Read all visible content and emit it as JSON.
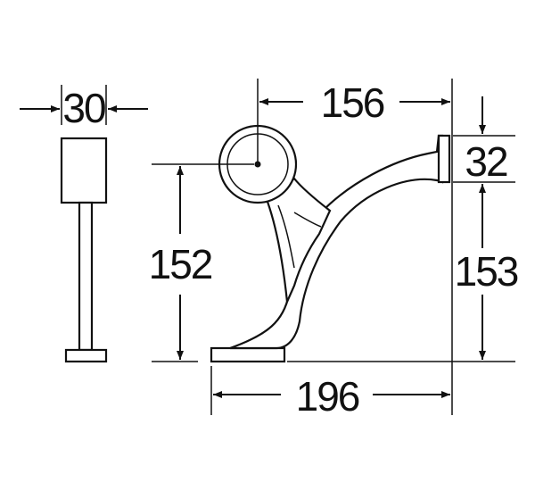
{
  "dimensions": {
    "side_width": "30",
    "span_to_center": "156",
    "flange_height": "32",
    "center_height": "152",
    "mount_height": "153",
    "base_length": "196"
  }
}
